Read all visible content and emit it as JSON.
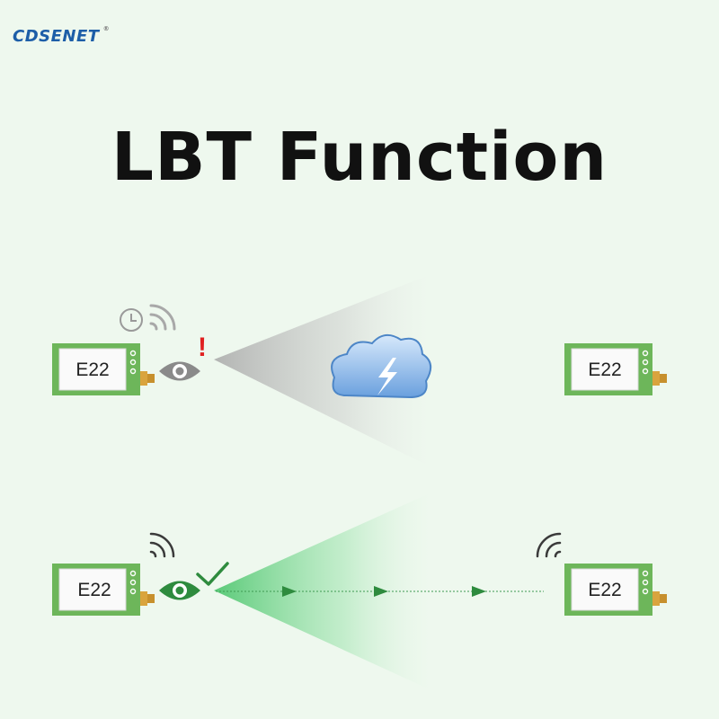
{
  "brand": {
    "name": "CDSENET",
    "registered_mark": "®"
  },
  "title": "LBT Function",
  "scenarios": [
    {
      "id": "busy-channel",
      "sender_label": "E22",
      "receiver_label": "E22",
      "alert_mark": "!",
      "status_icon": "eye-icon",
      "interference_icon": "cloud-lightning-icon"
    },
    {
      "id": "clear-channel",
      "sender_label": "E22",
      "receiver_label": "E22",
      "status_icon": "eye-icon",
      "check_icon": "checkmark-icon"
    }
  ],
  "colors": {
    "background": "#eef8ee",
    "module_green": "#6db65a",
    "eye_gray": "#8a8a8a",
    "eye_green": "#2e8b3e",
    "alert_red": "#e02020",
    "brand_blue": "#1d5ea8"
  }
}
